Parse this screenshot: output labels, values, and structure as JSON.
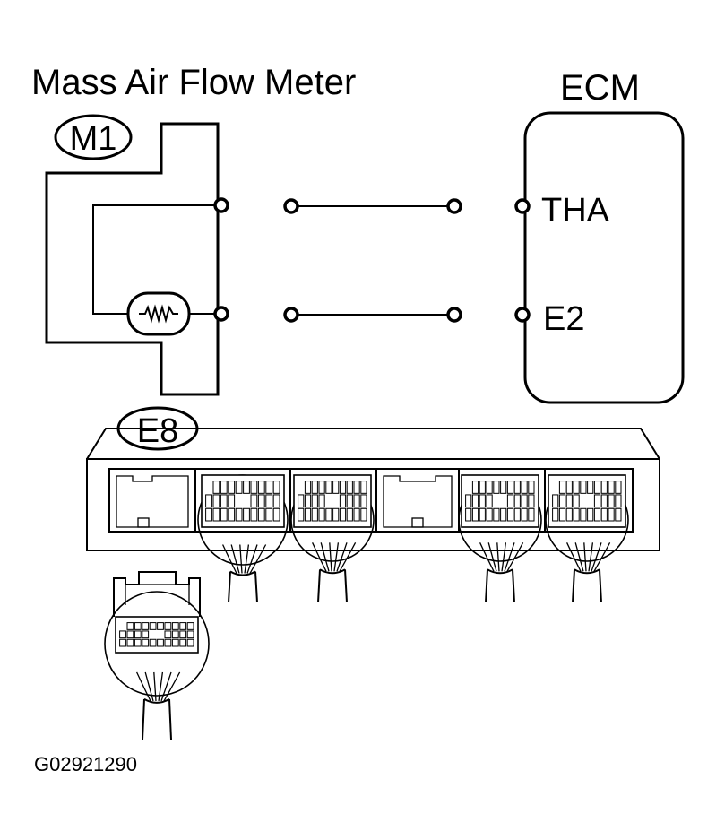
{
  "labels": {
    "component_name": "Mass Air Flow Meter",
    "ecm_name": "ECM",
    "component_connector": "M1",
    "ecm_connector": "E8",
    "ecm_terminal_1": "THA",
    "ecm_terminal_2": "E2",
    "figure_code": "G02921290"
  },
  "colors": {
    "line": "#000000",
    "background": "#ffffff"
  }
}
